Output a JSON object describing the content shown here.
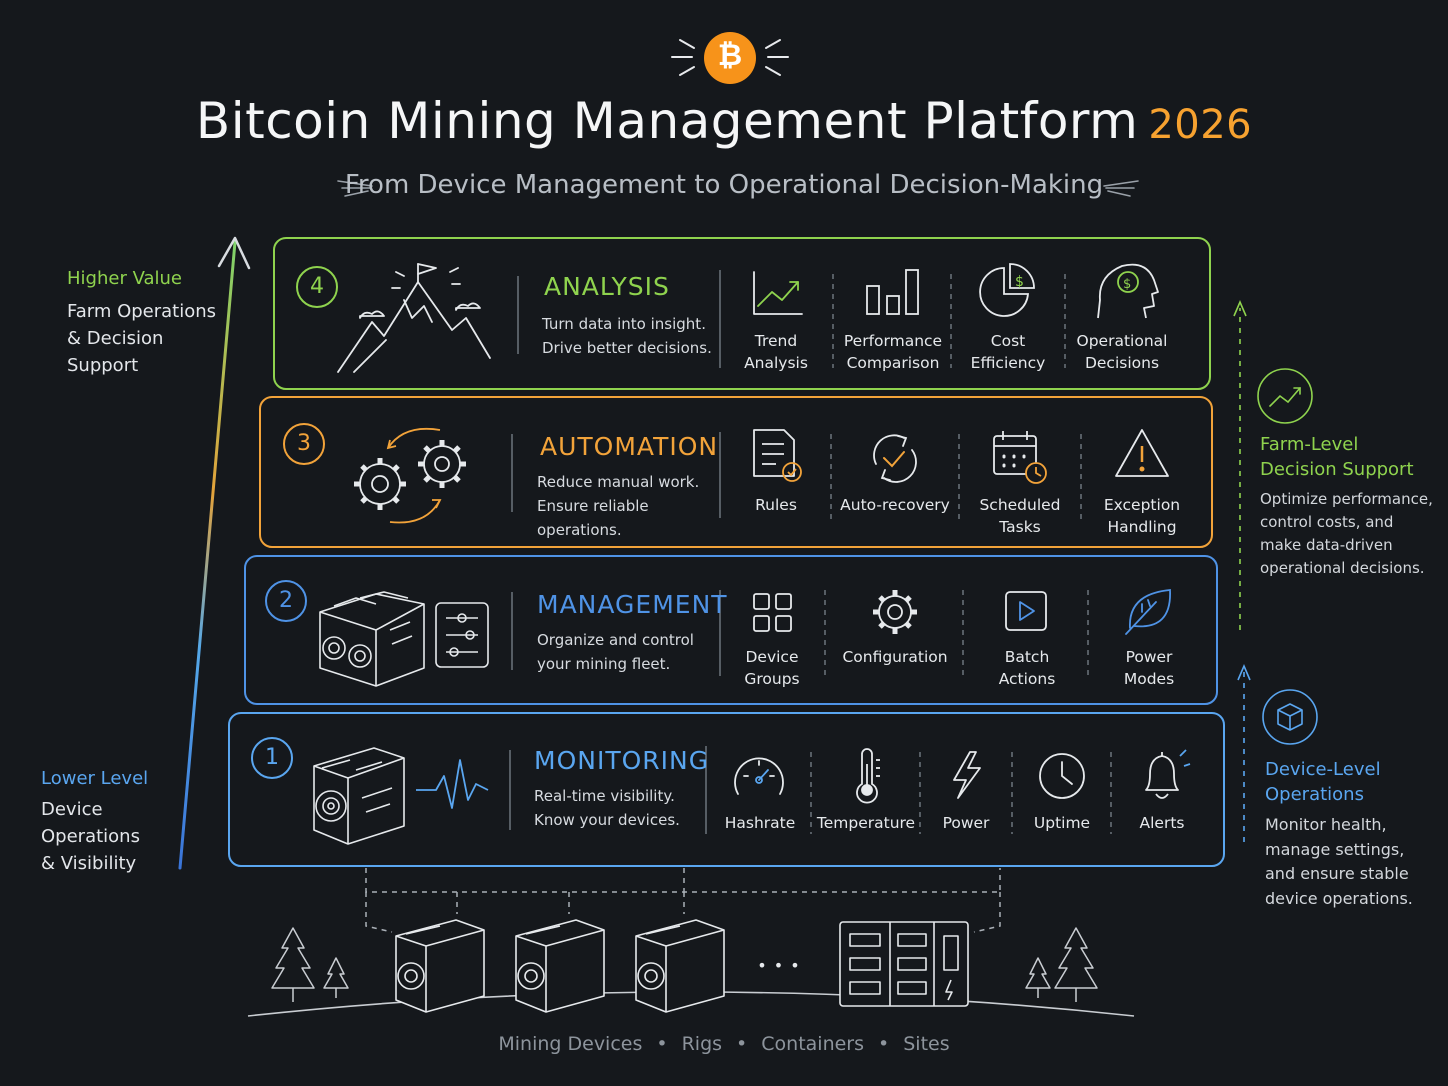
{
  "header": {
    "bitcoin_symbol": "₿",
    "title": "Bitcoin Mining Management Platform",
    "year": "2026",
    "subtitle": "From Device Management to Operational Decision-Making"
  },
  "colors": {
    "background": "#15181c",
    "analysis": "#8fd34e",
    "automation": "#f2a33a",
    "management": "#4f93e6",
    "monitoring": "#5aa6f0",
    "bitcoin": "#f7931a"
  },
  "value_axis": {
    "higher": {
      "label": "Higher Value",
      "text": [
        "Farm Operations",
        "& Decision",
        "Support"
      ]
    },
    "lower": {
      "label": "Lower Level",
      "text": [
        "Device Operations",
        "& Visibility"
      ]
    }
  },
  "levels": [
    {
      "number": "4",
      "name": "ANALYSIS",
      "icon": "mountain-flag-icon",
      "desc": [
        "Turn data into insight.",
        "Drive better decisions."
      ],
      "items": [
        {
          "label": [
            "Trend",
            "Analysis"
          ],
          "icon": "trend-chart-icon"
        },
        {
          "label": [
            "Performance",
            "Comparison"
          ],
          "icon": "bar-chart-icon"
        },
        {
          "label": [
            "Cost",
            "Efficiency"
          ],
          "icon": "pie-dollar-icon"
        },
        {
          "label": [
            "Operational",
            "Decisions"
          ],
          "icon": "head-dollar-icon"
        }
      ]
    },
    {
      "number": "3",
      "name": "AUTOMATION",
      "icon": "gears-cycle-icon",
      "desc": [
        "Reduce manual work.",
        "Ensure reliable operations."
      ],
      "items": [
        {
          "label": [
            "Rules"
          ],
          "icon": "rules-document-icon"
        },
        {
          "label": [
            "Auto-recovery"
          ],
          "icon": "auto-recovery-icon"
        },
        {
          "label": [
            "Scheduled",
            "Tasks"
          ],
          "icon": "calendar-clock-icon"
        },
        {
          "label": [
            "Exception",
            "Handling"
          ],
          "icon": "warning-icon"
        }
      ]
    },
    {
      "number": "2",
      "name": "MANAGEMENT",
      "icon": "miner-stack-icon",
      "desc": [
        "Organize and control",
        "your mining fleet."
      ],
      "items": [
        {
          "label": [
            "Device",
            "Groups"
          ],
          "icon": "grid-icon"
        },
        {
          "label": [
            "Configuration"
          ],
          "icon": "gear-icon"
        },
        {
          "label": [
            "Batch",
            "Actions"
          ],
          "icon": "play-icon"
        },
        {
          "label": [
            "Power",
            "Modes"
          ],
          "icon": "leaf-icon"
        }
      ]
    },
    {
      "number": "1",
      "name": "MONITORING",
      "icon": "miner-pulse-icon",
      "desc": [
        "Real-time visibility.",
        "Know your devices."
      ],
      "items": [
        {
          "label": [
            "Hashrate"
          ],
          "icon": "gauge-icon"
        },
        {
          "label": [
            "Temperature"
          ],
          "icon": "thermometer-icon"
        },
        {
          "label": [
            "Power"
          ],
          "icon": "lightning-icon"
        },
        {
          "label": [
            "Uptime"
          ],
          "icon": "clock-icon"
        },
        {
          "label": [
            "Alerts"
          ],
          "icon": "bell-icon"
        }
      ]
    }
  ],
  "side_notes": {
    "farm": {
      "title": [
        "Farm-Level",
        "Decision Support"
      ],
      "icon": "trend-circle-icon",
      "text": [
        "Optimize performance,",
        "control costs, and",
        "make data-driven",
        "operational decisions."
      ]
    },
    "device": {
      "title": [
        "Device-Level",
        "Operations"
      ],
      "icon": "cube-circle-icon",
      "text": [
        "Monitor health,",
        "manage settings,",
        "and ensure stable",
        "device operations."
      ]
    }
  },
  "infrastructure": {
    "ellipsis": "• • •",
    "labels": [
      "Mining Devices",
      "Rigs",
      "Containers",
      "Sites"
    ],
    "separator": "•"
  }
}
